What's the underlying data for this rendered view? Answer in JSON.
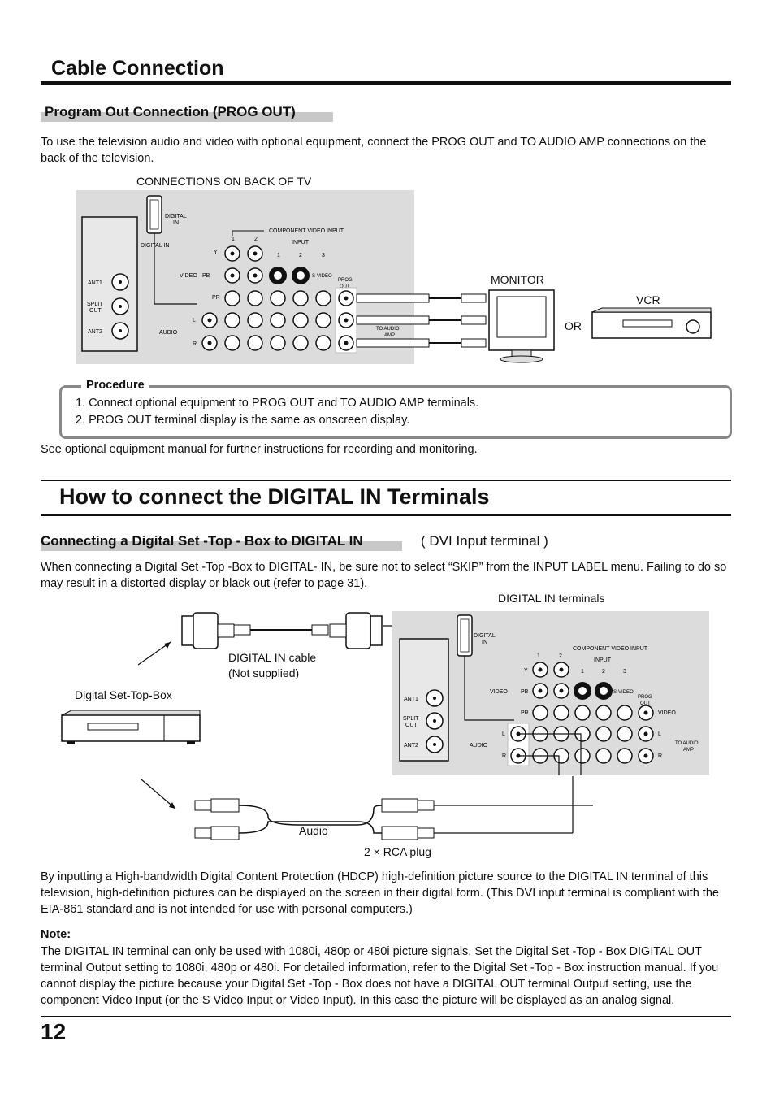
{
  "section1": {
    "title": "Cable Connection",
    "subtitle": "Program Out Connection (PROG OUT)",
    "intro": "To use the television audio and video with optional equipment, connect the PROG OUT and TO AUDIO AMP connections on the back of the television.",
    "diagram_caption": "CONNECTIONS ON BACK OF TV",
    "panel": {
      "digital_in": "DIGITAL IN",
      "digital_in_top": "DIGITAL\nIN",
      "component_video_input": "COMPONENT VIDEO INPUT",
      "input": "INPUT",
      "nums": [
        "1",
        "2",
        "3"
      ],
      "y": "Y",
      "pb": "PB",
      "pr": "PR",
      "video": "VIDEO",
      "audio": "AUDIO",
      "l": "L",
      "r": "R",
      "svideo": "S-VIDEO",
      "prog_out": "PROG OUT",
      "vid": "VIDEO",
      "to_audio_amp": "TO AUDIO AMP",
      "ant1": "ANT1",
      "split_out": "SPLIT OUT",
      "ant2": "ANT2"
    },
    "monitor": "MONITOR",
    "or": "OR",
    "vcr": "VCR",
    "procedure": {
      "label": "Procedure",
      "steps": [
        "1. Connect optional equipment to PROG OUT and TO AUDIO AMP terminals.",
        "2. PROG OUT terminal display is the same as onscreen display."
      ]
    },
    "footer_note": "See optional equipment manual for further instructions for recording and monitoring."
  },
  "section2": {
    "title": "How to connect the DIGITAL IN Terminals",
    "subtitle": "Connecting a Digital Set -Top - Box to DIGITAL IN",
    "subtitle_suffix": "( DVI Input terminal )",
    "intro": "When connecting a Digital Set -Top -Box to DIGITAL- IN, be sure not to select “SKIP” from the INPUT LABEL menu. Failing to do so may result in a distorted display or black out (refer to page 31).",
    "digital_in_terminals": "DIGITAL IN terminals",
    "cable_label_1": "DIGITAL IN cable",
    "cable_label_2": "(Not supplied)",
    "stb_label": "Digital Set-Top-Box",
    "audio_label": "Audio",
    "rca_label": "2 × RCA plug",
    "hdcp_paragraph": "By inputting a High-bandwidth Digital Content Protection (HDCP) high-definition picture source to the DIGITAL IN terminal of this television, high-definition pictures can be displayed on the screen in their digital form. (This DVI input terminal is compliant with the EIA-861 standard and is not intended for use with personal computers.)",
    "note_label": "Note:",
    "note_text": "The DIGITAL IN terminal can only be used with 1080i, 480p or 480i picture signals. Set the Digital Set -Top - Box DIGITAL OUT terminal Output setting to 1080i, 480p or 480i. For detailed information, refer to the Digital Set -Top - Box instruction manual. If you cannot display the picture because your Digital Set -Top - Box does not have a DIGITAL OUT terminal Output setting, use the component Video Input (or the S Video Input or Video Input). In this case the picture will be displayed as an analog signal."
  },
  "page_number": "12"
}
